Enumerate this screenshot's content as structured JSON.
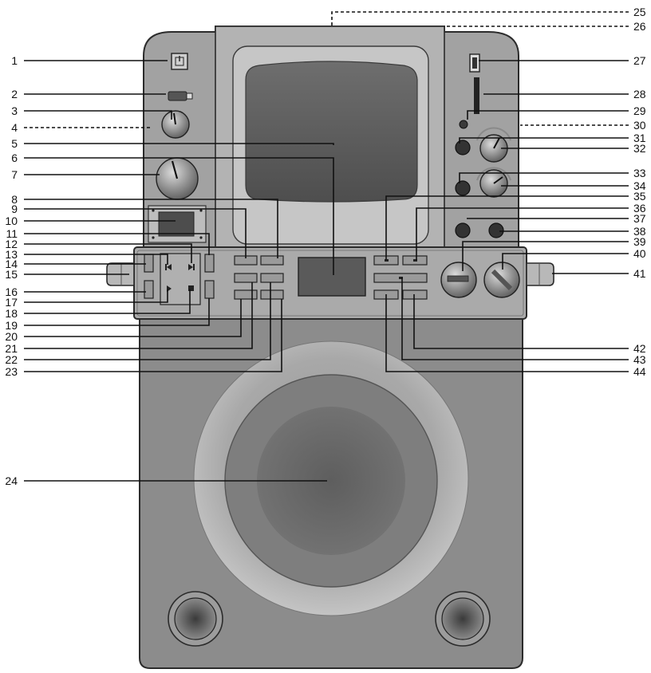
{
  "callouts": {
    "left": [
      {
        "label": "1"
      },
      {
        "label": "2"
      },
      {
        "label": "3"
      },
      {
        "label": "4"
      },
      {
        "label": "5"
      },
      {
        "label": "6"
      },
      {
        "label": "7"
      },
      {
        "label": "8"
      },
      {
        "label": "9"
      },
      {
        "label": "10"
      },
      {
        "label": "11"
      },
      {
        "label": "12"
      },
      {
        "label": "13"
      },
      {
        "label": "14"
      },
      {
        "label": "15"
      },
      {
        "label": "16"
      },
      {
        "label": "17"
      },
      {
        "label": "18"
      },
      {
        "label": "19"
      },
      {
        "label": "20"
      },
      {
        "label": "21"
      },
      {
        "label": "22"
      },
      {
        "label": "23"
      },
      {
        "label": "24"
      }
    ],
    "right": [
      {
        "label": "25"
      },
      {
        "label": "26"
      },
      {
        "label": "27"
      },
      {
        "label": "28"
      },
      {
        "label": "29"
      },
      {
        "label": "30"
      },
      {
        "label": "31"
      },
      {
        "label": "32"
      },
      {
        "label": "33"
      },
      {
        "label": "34"
      },
      {
        "label": "35"
      },
      {
        "label": "36"
      },
      {
        "label": "37"
      },
      {
        "label": "38"
      },
      {
        "label": "39"
      },
      {
        "label": "40"
      },
      {
        "label": "41"
      },
      {
        "label": "42"
      },
      {
        "label": "43"
      },
      {
        "label": "44"
      }
    ]
  },
  "colors": {
    "body": "#8c8c8c",
    "panel": "#a9a9a9",
    "outline": "#2b2b2b",
    "screen": "#5a5a5a",
    "speaker_outer": "#b4b4b4",
    "speaker_inner": "#6a6a6a",
    "leader": "#111111"
  },
  "icons": [
    "power-icon",
    "usb-stick-icon",
    "prev-track-icon",
    "next-track-icon",
    "play-icon",
    "stop-icon"
  ]
}
